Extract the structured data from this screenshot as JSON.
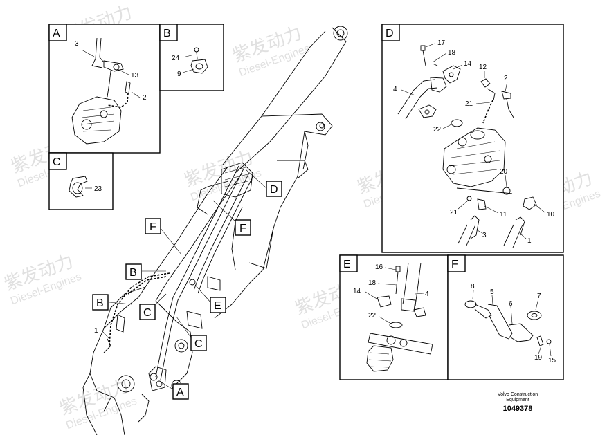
{
  "watermark": {
    "cn": "紫发动力",
    "en": "Diesel-Engines"
  },
  "panels": {
    "A": {
      "letter": "A",
      "parts": {
        "p3": "3",
        "p13": "13",
        "p2": "2"
      }
    },
    "B": {
      "letter": "B",
      "parts": {
        "p24": "24",
        "p9": "9"
      }
    },
    "C": {
      "letter": "C",
      "parts": {
        "p23": "23"
      }
    },
    "D": {
      "letter": "D",
      "parts": {
        "p17": "17",
        "p18": "18",
        "p14": "14",
        "p12": "12",
        "p2": "2",
        "p4": "4",
        "p21a": "21",
        "p22": "22",
        "p20": "20",
        "p21b": "21",
        "p11": "11",
        "p10": "10",
        "p3": "3",
        "p1": "1"
      }
    },
    "E": {
      "letter": "E",
      "parts": {
        "p16": "16",
        "p18": "18",
        "p14": "14",
        "p4": "4",
        "p22": "22"
      }
    },
    "F": {
      "letter": "F",
      "parts": {
        "p8": "8",
        "p5": "5",
        "p6": "6",
        "p7": "7",
        "p19": "19",
        "p15": "15"
      }
    }
  },
  "callouts": {
    "D": "D",
    "F1": "F",
    "F2": "F",
    "B1": "B",
    "B2": "B",
    "C1": "C",
    "E": "E",
    "C2": "C",
    "A": "A",
    "p1": "1"
  },
  "caption": {
    "line1": "Volvo Construction",
    "line2": "Equipment",
    "part_no": "1049378"
  }
}
